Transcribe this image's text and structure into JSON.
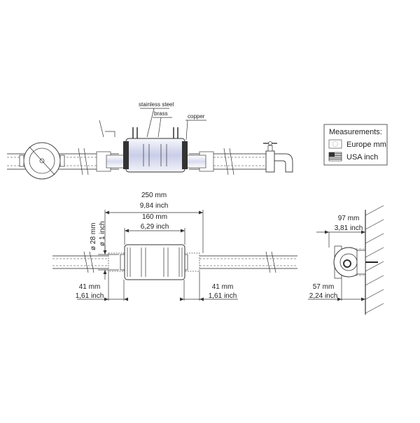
{
  "top_view": {
    "material_labels": {
      "stainless_steel": "stainless steel",
      "brass": "brass",
      "copper": "copper"
    }
  },
  "legend": {
    "title": "Measurements:",
    "items": [
      {
        "label": "Europe mm",
        "icon": "eu-flag-icon"
      },
      {
        "label": "USA inch",
        "icon": "us-flag-icon"
      }
    ]
  },
  "dimensions": {
    "overall_length": {
      "mm": "250 mm",
      "inch": "9,84 inch"
    },
    "body_length": {
      "mm": "160 mm",
      "inch": "6,29 inch"
    },
    "pipe_diameter": {
      "mm": "ø 28 mm",
      "inch": "ø 1 inch"
    },
    "left_stub": {
      "mm": "41 mm",
      "inch": "1,61 inch"
    },
    "right_stub": {
      "mm": "41 mm",
      "inch": "1,61 inch"
    },
    "depth_total": {
      "mm": "97 mm",
      "inch": "3,81 inch"
    },
    "wall_offset": {
      "mm": "57 mm",
      "inch": "2,24 inch"
    }
  },
  "colors": {
    "line": "#555555",
    "device_body": "#eceef7",
    "device_highlight": "#c7cbe6",
    "legend_border": "#333333"
  }
}
